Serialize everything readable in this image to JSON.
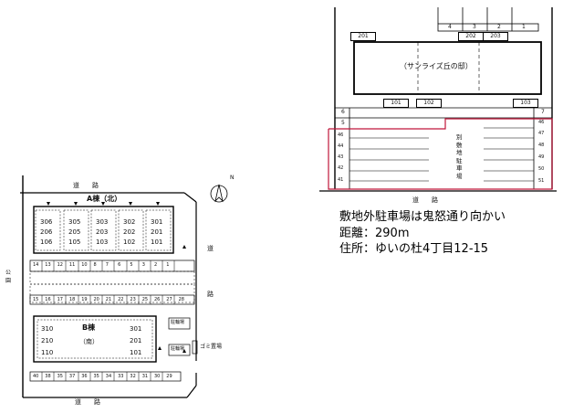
{
  "left_plan": {
    "road_top": "道　　路",
    "road_bottom": "道　　路",
    "road_right_1": "道",
    "road_right_2": "路",
    "park_left": "公\n園",
    "compass_letter": "N",
    "building_a": {
      "label": "A棟（北）",
      "columns": [
        [
          "306",
          "206",
          "106"
        ],
        [
          "305",
          "205",
          "105"
        ],
        [
          "303",
          "203",
          "103"
        ],
        [
          "302",
          "202",
          "102"
        ],
        [
          "301",
          "201",
          "101"
        ]
      ]
    },
    "building_b": {
      "label": "B棟",
      "sub": "（南）",
      "left_rooms": [
        "310",
        "210",
        "110"
      ],
      "right_rooms": [
        "301",
        "201",
        "101"
      ]
    },
    "bike_parking_1": "駐輪場",
    "bike_parking_2": "駐輪場",
    "garbage": "ゴミ置場",
    "parking_row1": [
      "14",
      "13",
      "12",
      "11",
      "10",
      "8",
      "7",
      "6",
      "5",
      "3",
      "2",
      "1"
    ],
    "parking_row2": [
      "15",
      "16",
      "17",
      "18",
      "19",
      "20",
      "21",
      "22",
      "23",
      "25",
      "26",
      "27",
      "28"
    ],
    "parking_row3": [
      "40",
      "38",
      "35",
      "37",
      "36",
      "35",
      "34",
      "33",
      "32",
      "31",
      "30",
      "29"
    ]
  },
  "right_plan": {
    "building_name": "（サンライズ丘の邸）",
    "top_slots": [
      "4",
      "3",
      "2",
      "1"
    ],
    "tags_top": [
      "201",
      "202",
      "203"
    ],
    "tags_bottom": [
      "101",
      "102",
      "103"
    ],
    "lot_label": "別\n敷\n地\n駐\n車\n場",
    "left_slots": [
      "6",
      "5",
      "46",
      "44",
      "43",
      "42",
      "41"
    ],
    "right_slots": [
      "7",
      "46",
      "47",
      "48",
      "49",
      "50",
      "51"
    ],
    "road": "道　　路"
  },
  "notes": {
    "line1": "敷地外駐車場は鬼怒通り向かい",
    "line2": "距離：290m",
    "line3": "住所：ゆいの杜4丁目12-15"
  }
}
